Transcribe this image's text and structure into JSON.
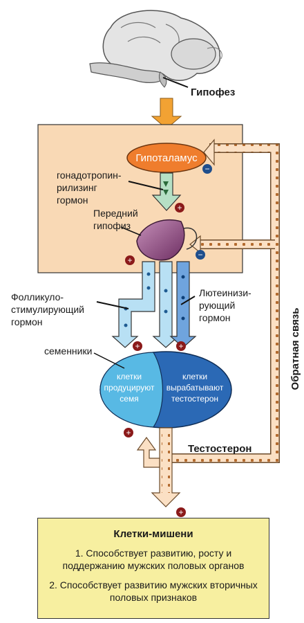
{
  "labels": {
    "pituitary_top": "Гипофез",
    "hypothalamus": "Гипоталамус",
    "gnrh_line1": "гонадотропин-",
    "gnrh_line2": "рилизинг",
    "gnrh_line3": "гормон",
    "anterior_line1": "Передний",
    "anterior_line2": "гипофиз",
    "fsh_line1": "Фолликуло-",
    "fsh_line2": "стимулирующий",
    "fsh_line3": "гормон",
    "lh_line1": "Лютеинизи-",
    "lh_line2": "рующий",
    "lh_line3": "гормон",
    "testes": "семенники",
    "sperm_cells_line1": "клетки",
    "sperm_cells_line2": "продуцируют",
    "sperm_cells_line3": "семя",
    "testo_cells_line1": "клетки",
    "testo_cells_line2": "вырабатывают",
    "testo_cells_line3": "тестостерон",
    "testosterone": "Тестостерон",
    "feedback": "Обратная связь"
  },
  "target": {
    "title": "Клетки-мишени",
    "items": [
      "1. Способствует развитию, росту и поддержанию мужских половых органов",
      "2. Способствует развитию мужских вторичных половых признаков"
    ]
  },
  "signs": {
    "plus": "+",
    "minus": "−"
  },
  "colors": {
    "region_fill": "#f9d9b5",
    "hypothalamus": "#ef7d2d",
    "anterior_pituitary": "#8a4d7e",
    "testis_light": "#58b9e4",
    "testis_dark": "#2b69b5",
    "target_box": "#f7efa0",
    "arrow_orange": "#f2a233",
    "feedback_fill": "#fbe0c4"
  }
}
